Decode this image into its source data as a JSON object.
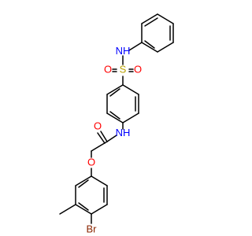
{
  "molecule": {
    "atoms": {
      "N_top": {
        "label": "N",
        "sub": "H",
        "color": "#0000ff"
      },
      "S": {
        "label": "S",
        "color": "#b8a100"
      },
      "O_left": {
        "label": "O",
        "color": "#ff0000"
      },
      "O_right": {
        "label": "O",
        "color": "#ff0000"
      },
      "N_amide": {
        "label": "N",
        "sub": "H",
        "color": "#0000ff"
      },
      "O_carbonyl": {
        "label": "O",
        "color": "#ff0000"
      },
      "O_ether": {
        "label": "O",
        "color": "#ff0000"
      },
      "Br": {
        "label": "Br",
        "color": "#8b2500"
      }
    }
  }
}
